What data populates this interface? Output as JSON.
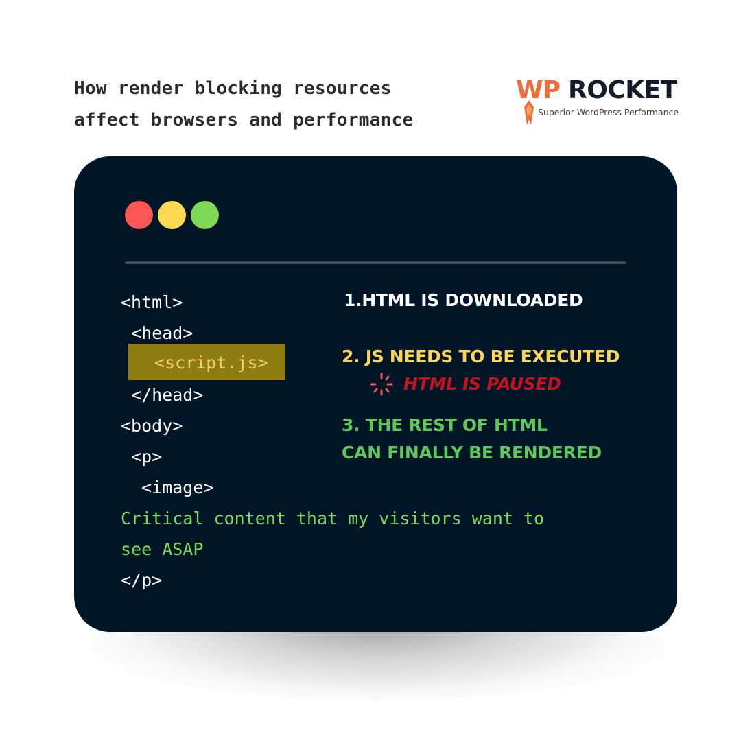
{
  "header": {
    "title_lines": [
      "How render blocking resources",
      "affect browsers and performance"
    ]
  },
  "logo": {
    "brand_wp": "WP",
    "brand_rocket": "ROCKET",
    "tagline": "Superior WordPress Performance",
    "colors": {
      "wp": "#f26b3a",
      "rocket": "#141b2b"
    }
  },
  "window": {
    "background": "#001526",
    "controls": [
      {
        "name": "close",
        "color": "#fe5555"
      },
      {
        "name": "minimize",
        "color": "#fdd954"
      },
      {
        "name": "maximize",
        "color": "#7cd855"
      }
    ]
  },
  "code": {
    "lines": [
      "<html>",
      " <head>",
      "",
      " </head>",
      "<body>",
      " <p>",
      "  <image>",
      "Critical content that my visitors want to",
      "see ASAP",
      "</p>"
    ],
    "highlighted": " <script.js>",
    "highlight_color": "#8f7d13"
  },
  "steps": {
    "step1": "1.HTML IS DOWNLOADED",
    "step2": "2. JS NEEDS TO BE EXECUTED",
    "step2_sub": "HTML IS PAUSED",
    "step3_line1": "3. THE REST OF HTML",
    "step3_line2": "CAN FINALLY BE RENDERED",
    "colors": {
      "step1": "#ffffff",
      "step2": "#fdd35c",
      "step2_sub": "#c8111e",
      "step3": "#5fc85d"
    }
  }
}
